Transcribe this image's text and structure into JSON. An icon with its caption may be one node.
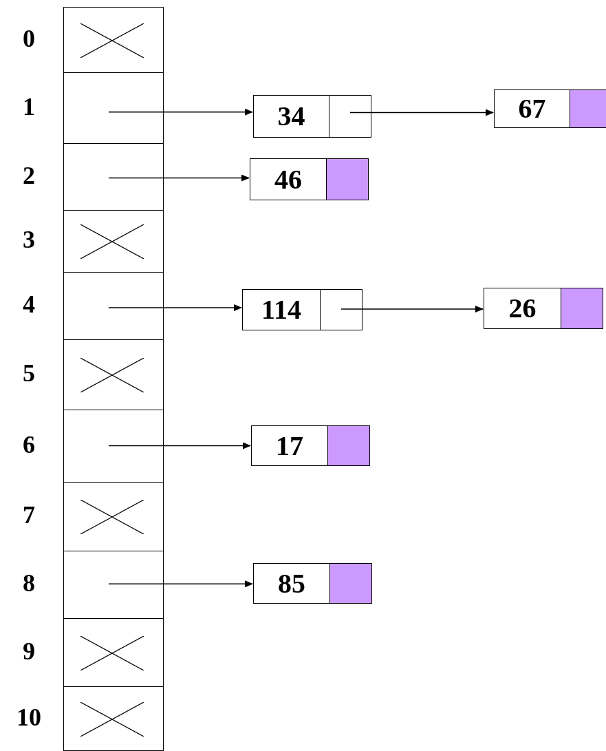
{
  "diagram": {
    "nodes": [
      {
        "text": [],
        "shape": "box"
      },
      {
        "text": [],
        "shape": "box",
        "beside": [
          "0"
        ],
        "in": 0
      },
      {
        "text": [],
        "shape": "box",
        "beside": [
          "1"
        ],
        "in": 0
      },
      {
        "text": [],
        "shape": "box",
        "beside": [
          "2"
        ],
        "in": 0
      },
      {
        "text": [],
        "shape": "box",
        "beside": [
          "3"
        ],
        "in": 0
      },
      {
        "text": [],
        "shape": "box",
        "beside": [
          "4"
        ],
        "in": 0
      },
      {
        "text": [],
        "shape": "box",
        "beside": [
          "5"
        ],
        "in": 0
      },
      {
        "text": [],
        "shape": "box",
        "beside": [
          "6"
        ],
        "in": 0
      },
      {
        "text": [],
        "shape": "box",
        "beside": [
          "7"
        ],
        "in": 0
      },
      {
        "text": [],
        "shape": "box",
        "beside": [
          "8"
        ],
        "in": 0
      },
      {
        "text": [],
        "shape": "box",
        "beside": [
          "9"
        ],
        "in": 0
      },
      {
        "text": [],
        "shape": "box",
        "beside": [
          "10"
        ],
        "in": 0
      },
      {
        "text": [
          "34"
        ]
      },
      {
        "text": [
          "67"
        ]
      },
      {
        "text": [
          "46"
        ]
      },
      {
        "text": [
          "114"
        ]
      },
      {
        "text": [
          "26"
        ]
      },
      {
        "text": [
          "17"
        ]
      },
      {
        "text": [
          "85"
        ]
      }
    ],
    "edges": [
      {
        "from": 2,
        "to": 12,
        "arrow": "to"
      },
      {
        "from": 12,
        "to": 13,
        "arrow": "to"
      },
      {
        "from": 3,
        "to": 14,
        "arrow": "to"
      },
      {
        "from": 5,
        "to": 15,
        "arrow": "to"
      },
      {
        "from": 15,
        "to": 16,
        "arrow": "to"
      },
      {
        "from": 7,
        "to": 17,
        "arrow": "to"
      },
      {
        "from": 9,
        "to": 18,
        "arrow": "to"
      }
    ]
  }
}
